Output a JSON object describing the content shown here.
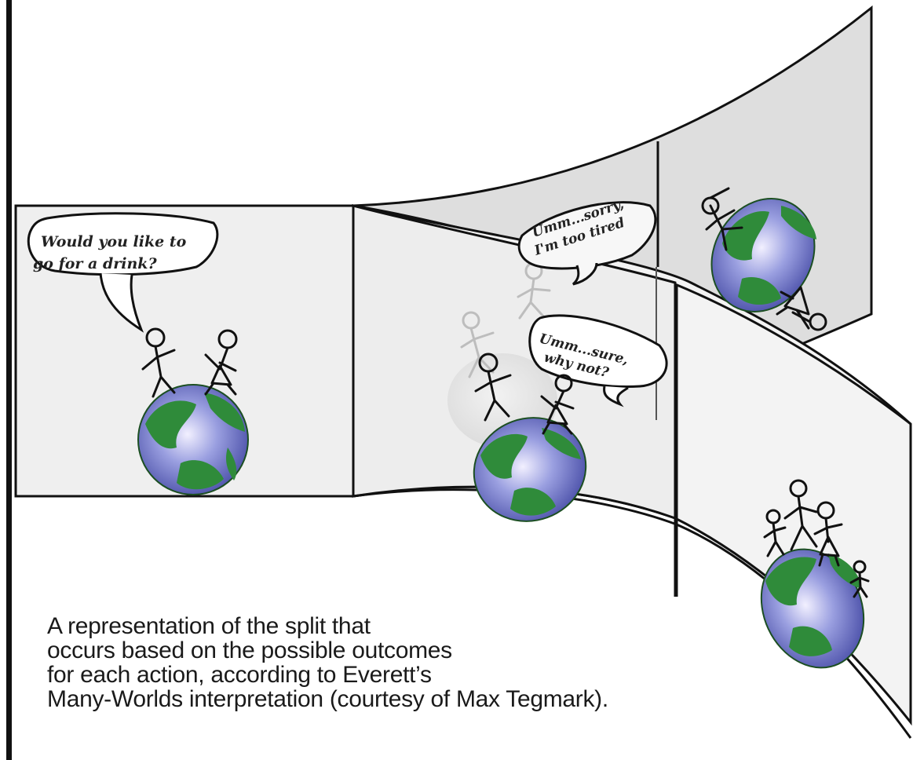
{
  "bubbles": {
    "left_line1": "Would you like to",
    "left_line2": "go for a drink?",
    "top_line1": "Umm...sorry,",
    "top_line2": "I'm too tired",
    "middle_line1": "Umm...sure,",
    "middle_line2": "why not?"
  },
  "caption": {
    "line1": "A representation of the split that",
    "line2": "occurs based on the possible outcomes",
    "line3": "for each action, according to Everett’s",
    "line4": "Many-Worlds interpretation (courtesy of Max Tegmark)."
  },
  "colors": {
    "panel_light": "#efefef",
    "panel_shaded": "#dcdcdc",
    "ocean": "#6d74c8",
    "land": "#2f8b3a"
  },
  "icons": [
    "globe-icon",
    "stick-figure-icon",
    "speech-bubble-icon"
  ]
}
